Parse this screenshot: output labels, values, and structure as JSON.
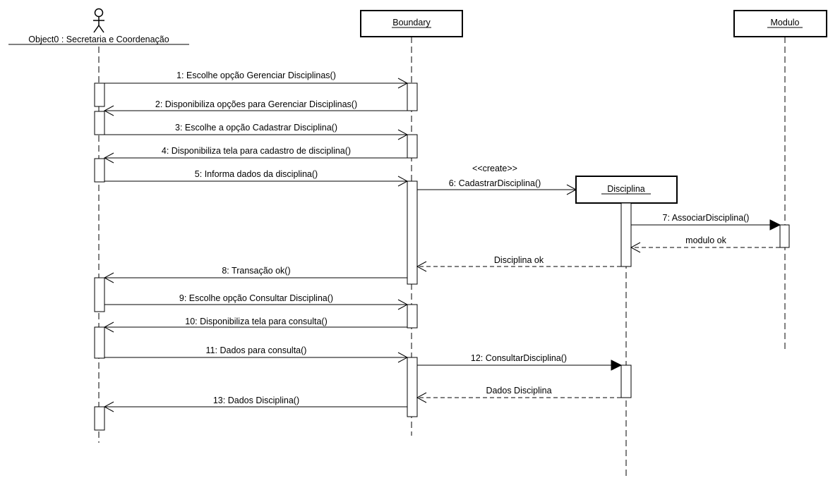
{
  "participants": {
    "actor": {
      "label": "Object0 : Secretaria e Coordenação",
      "icon": "stick-figure-icon"
    },
    "boundary": {
      "label": "Boundary"
    },
    "modulo": {
      "label": "Modulo"
    },
    "disciplina": {
      "label": "Disciplina"
    }
  },
  "stereotype": "<<create>>",
  "messages": [
    {
      "label": "1: Escolhe opção Gerenciar Disciplinas()"
    },
    {
      "label": "2: Disponibiliza opções para Gerenciar Disciplinas()"
    },
    {
      "label": "3: Escolhe a opção Cadastrar Disciplina()"
    },
    {
      "label": "4: Disponibiliza tela para cadastro de disciplina()"
    },
    {
      "label": "5: Informa dados da disciplina()"
    },
    {
      "label": "6: CadastrarDisciplina()"
    },
    {
      "label": "7: AssociarDisciplina()"
    },
    {
      "label": "modulo ok"
    },
    {
      "label": "Disciplina ok"
    },
    {
      "label": "8: Transação ok()"
    },
    {
      "label": "9: Escolhe opção Consultar Disciplina()"
    },
    {
      "label": "10: Disponibiliza tela para consulta()"
    },
    {
      "label": "11: Dados para consulta()"
    },
    {
      "label": "12: ConsultarDisciplina()"
    },
    {
      "label": "Dados Disciplina"
    },
    {
      "label": "13: Dados Disciplina()"
    }
  ]
}
